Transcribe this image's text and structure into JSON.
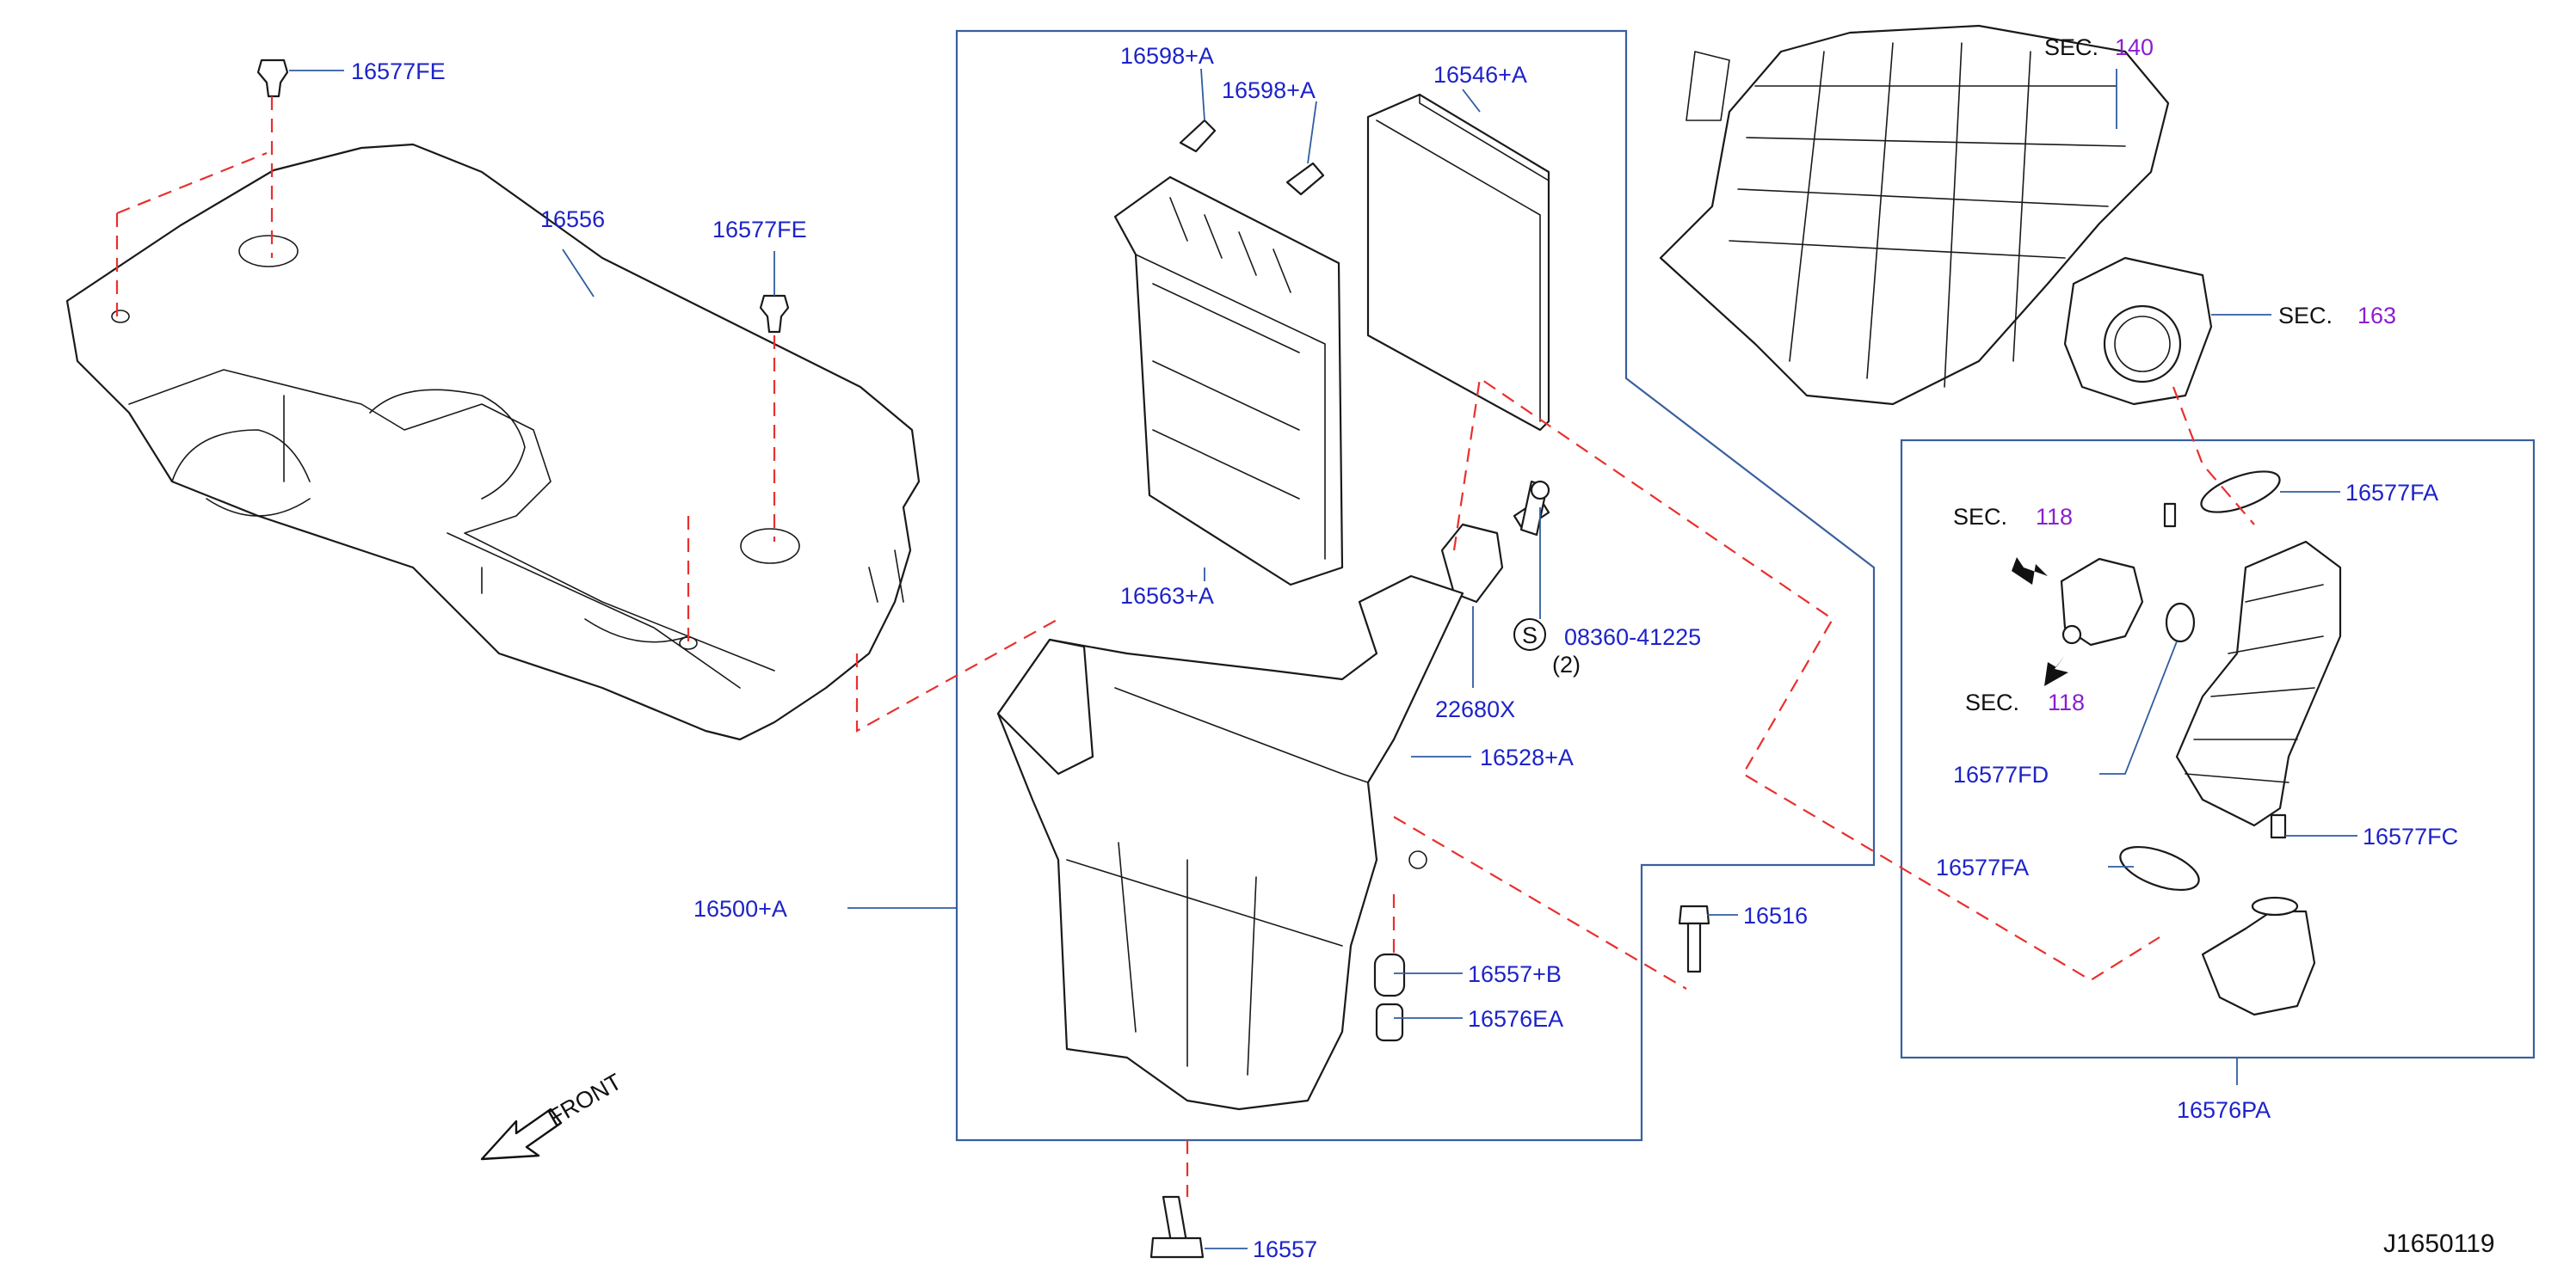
{
  "diagram_id": "J1650119",
  "front_label": "FRONT",
  "parts": {
    "p16577FE_a": "16577FE",
    "p16577FE_b": "16577FE",
    "p16556": "16556",
    "p16598A_a": "16598+A",
    "p16598A_b": "16598+A",
    "p16546A": "16546+A",
    "p16563A": "16563+A",
    "p22680X": "22680X",
    "p08360": "08360-41225",
    "p08360_qty": "(2)",
    "p08360_mark": "S",
    "p16528A": "16528+A",
    "p16500A": "16500+A",
    "p16557B": "16557+B",
    "p16576EA": "16576EA",
    "p16516": "16516",
    "p16557": "16557",
    "p16577FA_a": "16577FA",
    "p16577FA_b": "16577FA",
    "p16577FD": "16577FD",
    "p16577FC": "16577FC",
    "p16576PA": "16576PA"
  },
  "sections": {
    "sec140": {
      "prefix": "SEC.",
      "num": "140"
    },
    "sec163": {
      "prefix": "SEC.",
      "num": "163"
    },
    "sec118_a": {
      "prefix": "SEC.",
      "num": "118"
    },
    "sec118_b": {
      "prefix": "SEC.",
      "num": "118"
    }
  },
  "colors": {
    "label_blue": "#1d23c8",
    "section_purple": "#8a1fd0",
    "dash_red": "#e8302e",
    "box_blue": "#3a5f9e"
  }
}
